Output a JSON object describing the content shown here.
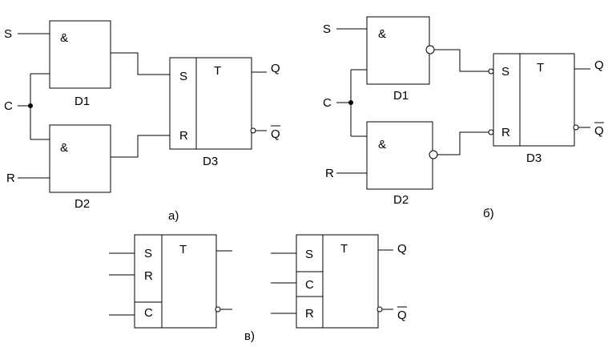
{
  "circuit_a": {
    "inputs": {
      "s": "S",
      "c": "C",
      "r": "R"
    },
    "gate_symbol": "&",
    "gate1_label": "D1",
    "gate2_label": "D2",
    "ff": {
      "s": "S",
      "r": "R",
      "t": "T",
      "label": "D3"
    },
    "out_q": "Q",
    "out_qbar": "Q",
    "caption": "а)"
  },
  "circuit_b": {
    "inputs": {
      "s": "S",
      "c": "C",
      "r": "R"
    },
    "gate_symbol": "&",
    "gate1_label": "D1",
    "gate2_label": "D2",
    "ff": {
      "s": "S",
      "r": "R",
      "t": "T",
      "label": "D3"
    },
    "out_q": "Q",
    "out_qbar": "Q",
    "caption": "б)"
  },
  "symbol_1": {
    "s": "S",
    "r": "R",
    "c": "C",
    "t": "T"
  },
  "symbol_2": {
    "s": "S",
    "c": "C",
    "r": "R",
    "t": "T",
    "out_q": "Q",
    "out_qbar": "Q"
  },
  "caption_c": "в)"
}
